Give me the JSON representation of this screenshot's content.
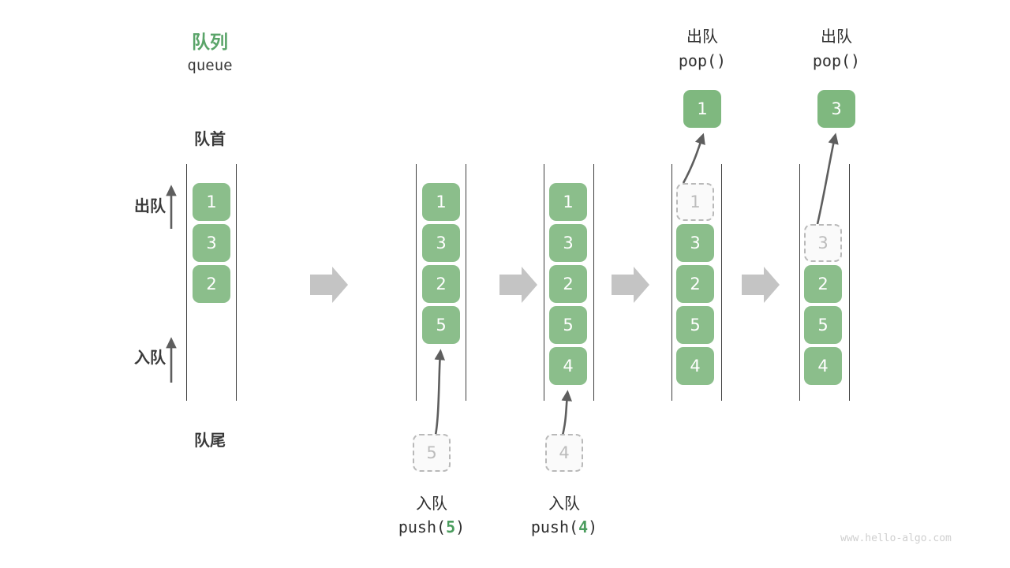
{
  "header": {
    "title_cn": "队列",
    "title_en": "queue",
    "front_label": "队首",
    "rear_label": "队尾",
    "dequeue_label": "出队",
    "enqueue_label": "入队"
  },
  "colors": {
    "accent_green": "#5aa469",
    "cell_green": "#8bbe8b",
    "ghost_border": "#b9b9b9",
    "ghost_text": "#bcbcbc",
    "rail": "#3f3f3f",
    "arrow_gray": "#5e5e5e",
    "step_arrow": "#c4c4c4",
    "text_dark": "#3a3a3a",
    "watermark": "#cfcfcf"
  },
  "columns": [
    {
      "id": "initial",
      "heading_cn": "",
      "heading_code": "",
      "cells": [
        {
          "value": "1",
          "state": "filled"
        },
        {
          "value": "3",
          "state": "filled"
        },
        {
          "value": "2",
          "state": "filled"
        }
      ],
      "incoming": null,
      "outgoing": null,
      "caption_cn": "",
      "caption_code": "",
      "caption_code_arg": ""
    },
    {
      "id": "push-5",
      "heading_cn": "",
      "heading_code": "",
      "cells": [
        {
          "value": "1",
          "state": "filled"
        },
        {
          "value": "3",
          "state": "filled"
        },
        {
          "value": "2",
          "state": "filled"
        },
        {
          "value": "5",
          "state": "filled"
        }
      ],
      "incoming": {
        "value": "5",
        "state": "ghost"
      },
      "outgoing": null,
      "caption_cn": "入队",
      "caption_code_prefix": "push(",
      "caption_code_arg": "5",
      "caption_code_suffix": ")"
    },
    {
      "id": "push-4",
      "heading_cn": "",
      "heading_code": "",
      "cells": [
        {
          "value": "1",
          "state": "filled"
        },
        {
          "value": "3",
          "state": "filled"
        },
        {
          "value": "2",
          "state": "filled"
        },
        {
          "value": "5",
          "state": "filled"
        },
        {
          "value": "4",
          "state": "filled"
        }
      ],
      "incoming": {
        "value": "4",
        "state": "ghost"
      },
      "outgoing": null,
      "caption_cn": "入队",
      "caption_code_prefix": "push(",
      "caption_code_arg": "4",
      "caption_code_suffix": ")"
    },
    {
      "id": "pop-1",
      "heading_cn": "出队",
      "heading_code": "pop()",
      "cells": [
        {
          "value": "1",
          "state": "ghost"
        },
        {
          "value": "3",
          "state": "filled"
        },
        {
          "value": "2",
          "state": "filled"
        },
        {
          "value": "5",
          "state": "filled"
        },
        {
          "value": "4",
          "state": "filled"
        }
      ],
      "incoming": null,
      "outgoing": {
        "value": "1",
        "state": "popped"
      },
      "caption_cn": "",
      "caption_code_prefix": "",
      "caption_code_arg": "",
      "caption_code_suffix": ""
    },
    {
      "id": "pop-3",
      "heading_cn": "出队",
      "heading_code": "pop()",
      "cells": [
        {
          "value": "3",
          "state": "ghost"
        },
        {
          "value": "2",
          "state": "filled"
        },
        {
          "value": "5",
          "state": "filled"
        },
        {
          "value": "4",
          "state": "filled"
        }
      ],
      "incoming": null,
      "outgoing": {
        "value": "3",
        "state": "popped"
      },
      "caption_cn": "",
      "caption_code_prefix": "",
      "caption_code_arg": "",
      "caption_code_suffix": ""
    }
  ],
  "step_arrows": 4,
  "watermark": "www.hello-algo.com"
}
